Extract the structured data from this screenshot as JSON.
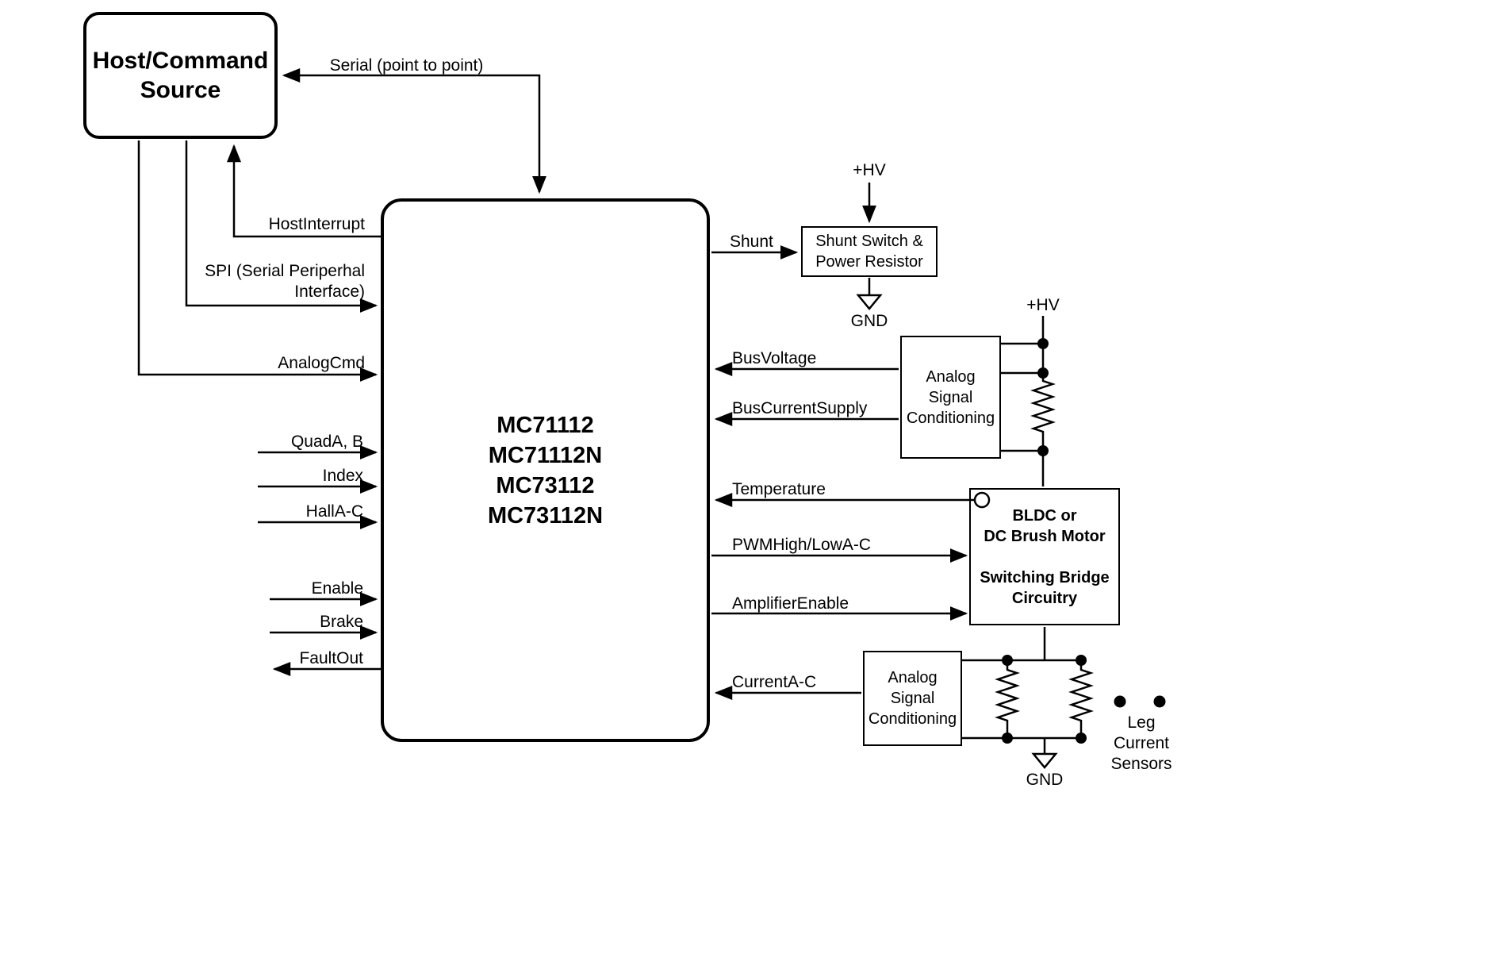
{
  "diagram": {
    "boxes": {
      "host": {
        "lines": [
          "Host/Command",
          "Source"
        ]
      },
      "ic": {
        "lines": [
          "MC71112",
          "MC71112N",
          "MC73112",
          "MC73112N"
        ]
      },
      "shunt_switch": {
        "lines": [
          "Shunt Switch &",
          "Power Resistor"
        ]
      },
      "asc_top": {
        "lines": [
          "Analog",
          "Signal",
          "Conditioning"
        ]
      },
      "motor": {
        "lines": [
          "BLDC or",
          "DC Brush Motor",
          "Switching Bridge",
          "Circuitry"
        ]
      },
      "asc_bottom": {
        "lines": [
          "Analog",
          "Signal",
          "Conditioning"
        ]
      }
    },
    "labels": {
      "serial": "Serial (point to point)",
      "host_interrupt": "HostInterrupt",
      "spi": {
        "lines": [
          "SPI (Serial Periperhal",
          "Interface)"
        ]
      },
      "analog_cmd": "AnalogCmd",
      "quad_ab": "QuadA, B",
      "index": "Index",
      "hall_ac": "HallA-C",
      "enable": "Enable",
      "brake": "Brake",
      "fault_out": "FaultOut",
      "shunt": "Shunt",
      "hv_shunt": "+HV",
      "gnd_shunt": "GND",
      "bus_voltage": "BusVoltage",
      "bus_current_supply": "BusCurrentSupply",
      "hv_bridge": "+HV",
      "temperature": "Temperature",
      "pwm_high_low": "PWMHigh/LowA-C",
      "amplifier_enable": "AmplifierEnable",
      "current_ac": "CurrentA-C",
      "gnd_bridge": "GND",
      "leg_sensors": {
        "lines": [
          "Leg",
          "Current",
          "Sensors"
        ]
      }
    },
    "colors": {
      "line": "#000000",
      "background": "#ffffff"
    }
  }
}
